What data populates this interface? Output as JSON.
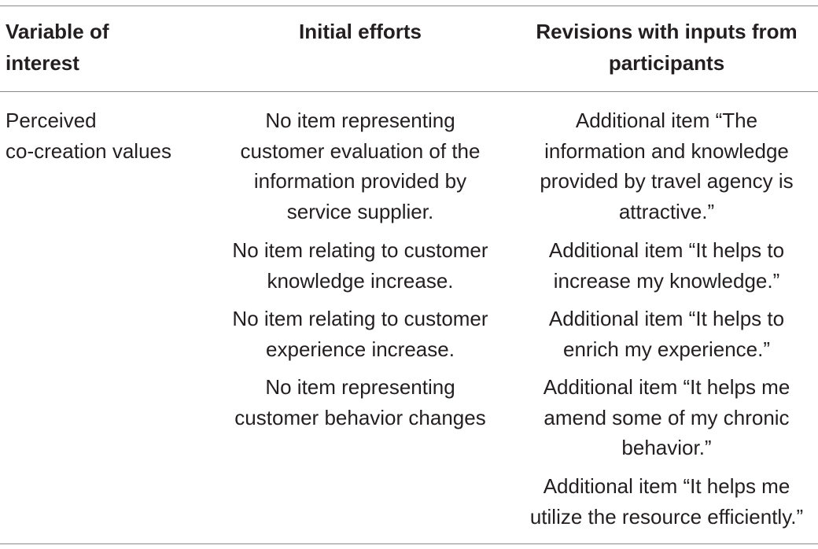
{
  "table": {
    "headers": [
      "Variable of\ninterest",
      "Initial efforts",
      "Revisions with inputs from\nparticipants"
    ],
    "variable": "Perceived\nco-creation values",
    "rows": [
      {
        "initial": "No item representing\ncustomer evaluation of the\ninformation provided by\nservice supplier.",
        "revision": "Additional item “The\ninformation and knowledge\nprovided by travel agency is\nattractive.”"
      },
      {
        "initial": "No item relating to customer\nknowledge increase.",
        "revision": "Additional item “It helps to\nincrease my knowledge.”"
      },
      {
        "initial": "No item relating to customer\nexperience increase.",
        "revision": "Additional item “It helps to\nenrich my experience.”"
      },
      {
        "initial": "No item representing\ncustomer behavior changes",
        "revision": "Additional item “It helps me\namend some of my chronic\nbehavior.”"
      },
      {
        "initial": "",
        "revision": "Additional item “It helps me\nutilize the resource efficiently.”"
      }
    ]
  }
}
